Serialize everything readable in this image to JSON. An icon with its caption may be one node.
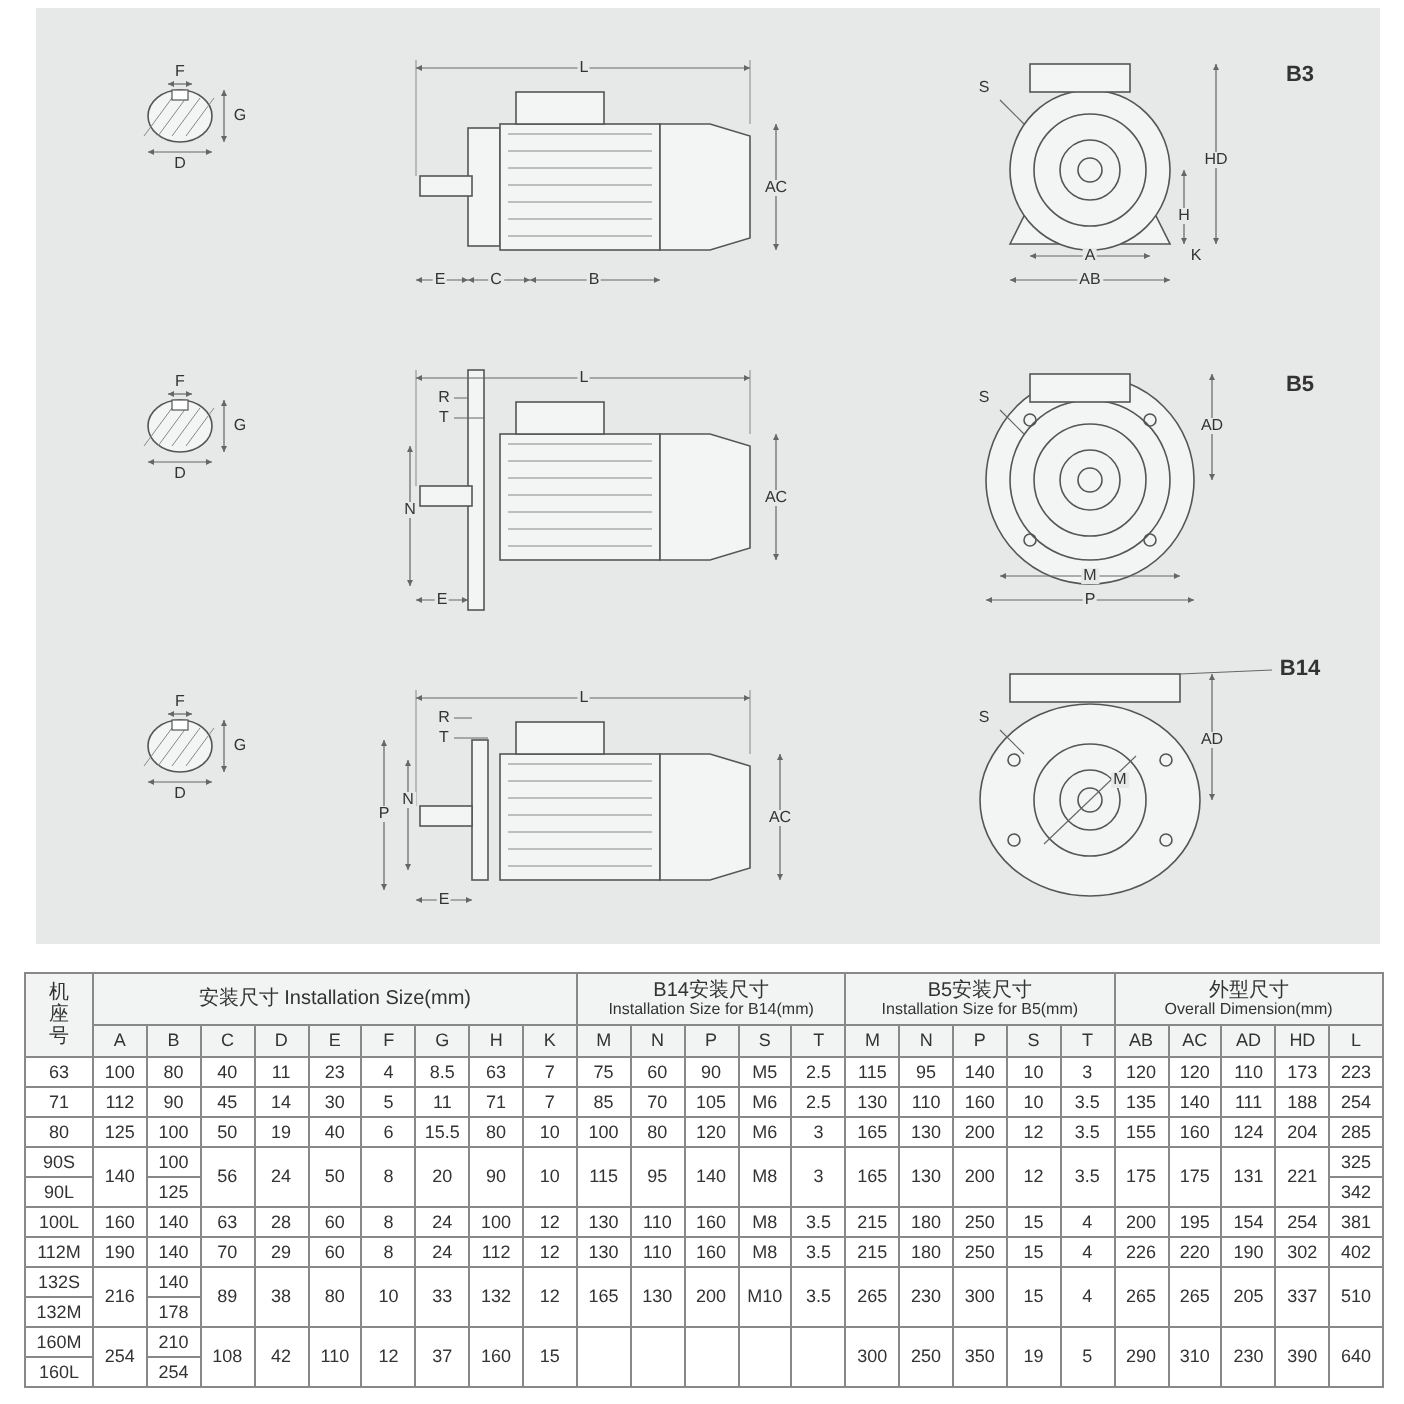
{
  "diagram": {
    "labels": [
      "F",
      "G",
      "D",
      "L",
      "AC",
      "E",
      "C",
      "B",
      "B3",
      "S",
      "HD",
      "H",
      "A",
      "K",
      "AB",
      "F",
      "G",
      "D",
      "L",
      "R",
      "T",
      "N",
      "AC",
      "E",
      "B5",
      "S",
      "AD",
      "M",
      "P",
      "F",
      "G",
      "D",
      "L",
      "R",
      "T",
      "P",
      "N",
      "AC",
      "E",
      "B14",
      "S",
      "M",
      "AD",
      "机座号",
      "安装尺寸 Installation Size(mm)",
      "B14安装尺寸",
      "Installation Size for B14(mm)",
      "B5安装尺寸",
      "Installation Size for B5(mm)",
      "外型尺寸",
      "Overall Dimension(mm)",
      "A",
      "B",
      "C",
      "D",
      "E",
      "F",
      "G",
      "H",
      "K",
      "M",
      "N",
      "P",
      "S",
      "T",
      "M",
      "N",
      "P",
      "S",
      "T",
      "AB",
      "AC",
      "AD",
      "HD",
      "L",
      "63",
      "100",
      "80",
      "40",
      "11",
      "23",
      "4",
      "8.5",
      "63",
      "7",
      "75",
      "60",
      "90",
      "M5",
      "2.5",
      "115",
      "95",
      "140",
      "10",
      "3",
      "120",
      "120",
      "110",
      "173",
      "223",
      "71",
      "112",
      "90",
      "45",
      "14",
      "30",
      "5",
      "11",
      "71",
      "7",
      "85",
      "70",
      "105",
      "M6",
      "2.5",
      "130",
      "110",
      "160",
      "10",
      "3.5",
      "135",
      "140",
      "111",
      "188",
      "254",
      "80",
      "125",
      "100",
      "50",
      "19",
      "40",
      "6",
      "15.5",
      "80",
      "10",
      "100",
      "80",
      "120",
      "M6",
      "3",
      "165",
      "130",
      "200",
      "12",
      "3.5",
      "155",
      "160",
      "124",
      "204",
      "285",
      "90S",
      "140",
      "100",
      "56",
      "24",
      "50",
      "8",
      "20",
      "90",
      "10",
      "115",
      "95",
      "140",
      "M8",
      "3",
      "165",
      "130",
      "200",
      "12",
      "3.5",
      "175",
      "175",
      "131",
      "221",
      "325",
      "90L",
      "125",
      "342",
      "100L",
      "160",
      "140",
      "63",
      "28",
      "60",
      "8",
      "24",
      "100",
      "12",
      "130",
      "110",
      "160",
      "M8",
      "3.5",
      "215",
      "180",
      "250",
      "15",
      "4",
      "200",
      "195",
      "154",
      "254",
      "381",
      "112M",
      "190",
      "140",
      "70",
      "29",
      "60",
      "8",
      "24",
      "112",
      "12",
      "130",
      "110",
      "160",
      "M8",
      "3.5",
      "215",
      "180",
      "250",
      "15",
      "4",
      "226",
      "220",
      "190",
      "302",
      "402",
      "132S",
      "216",
      "140",
      "89",
      "38",
      "80",
      "10",
      "33",
      "132",
      "12",
      "165",
      "130",
      "200",
      "M10",
      "3.5",
      "265",
      "230",
      "300",
      "15",
      "4",
      "265",
      "265",
      "205",
      "337",
      "510",
      "132M",
      "178",
      "160M",
      "254",
      "210",
      "108",
      "42",
      "110",
      "12",
      "37",
      "160",
      "15",
      "300",
      "250",
      "350",
      "19",
      "5",
      "290",
      "310",
      "230",
      "390",
      "640",
      "160L",
      "254"
    ]
  }
}
